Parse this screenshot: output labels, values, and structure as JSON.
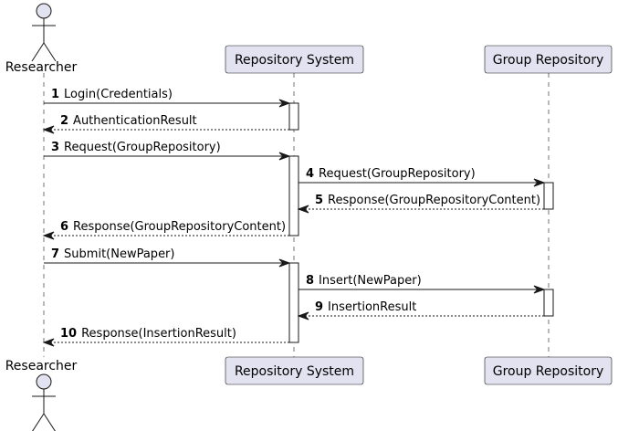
{
  "participants": [
    {
      "id": "researcher",
      "label": "Researcher",
      "kind": "actor"
    },
    {
      "id": "repo",
      "label": "Repository System",
      "kind": "participant"
    },
    {
      "id": "group",
      "label": "Group Repository",
      "kind": "participant"
    }
  ],
  "messages": [
    {
      "num": "1",
      "text": "Login(Credentials)",
      "from": "researcher",
      "to": "repo",
      "style": "solid"
    },
    {
      "num": "2",
      "text": "AuthenticationResult",
      "from": "repo",
      "to": "researcher",
      "style": "dashed"
    },
    {
      "num": "3",
      "text": "Request(GroupRepository)",
      "from": "researcher",
      "to": "repo",
      "style": "solid"
    },
    {
      "num": "4",
      "text": "Request(GroupRepository)",
      "from": "repo",
      "to": "group",
      "style": "solid"
    },
    {
      "num": "5",
      "text": "Response(GroupRepositoryContent)",
      "from": "group",
      "to": "repo",
      "style": "dashed"
    },
    {
      "num": "6",
      "text": "Response(GroupRepositoryContent)",
      "from": "repo",
      "to": "researcher",
      "style": "dashed"
    },
    {
      "num": "7",
      "text": "Submit(NewPaper)",
      "from": "researcher",
      "to": "repo",
      "style": "solid"
    },
    {
      "num": "8",
      "text": "Insert(NewPaper)",
      "from": "repo",
      "to": "group",
      "style": "solid"
    },
    {
      "num": "9",
      "text": "InsertionResult",
      "from": "group",
      "to": "repo",
      "style": "dashed"
    },
    {
      "num": "10",
      "text": "Response(InsertionResult)",
      "from": "repo",
      "to": "researcher",
      "style": "dashed"
    }
  ],
  "colors": {
    "participant_fill": "#e2e2f0",
    "participant_stroke": "#181818",
    "lifeline": "#181818",
    "activation_fill": "#ffffff",
    "arrow": "#181818",
    "text": "#000000"
  }
}
